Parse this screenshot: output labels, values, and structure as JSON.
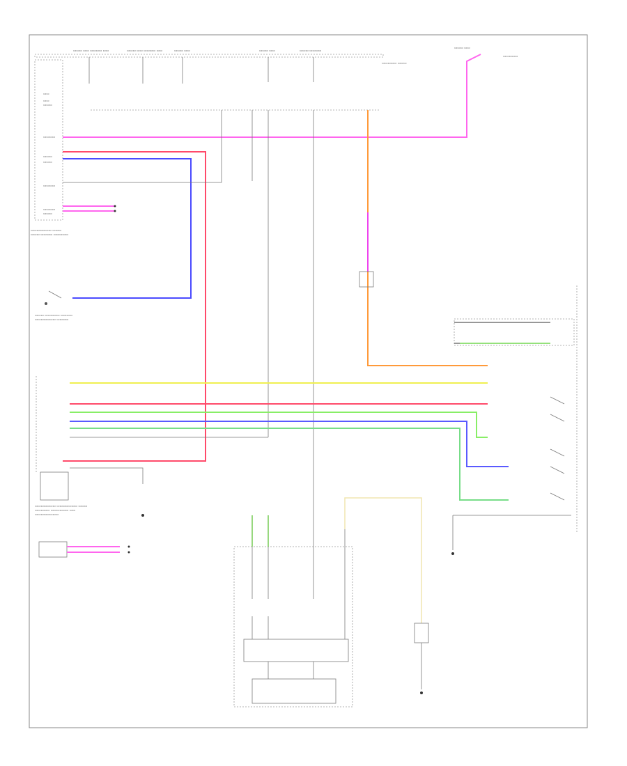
{
  "diagram": {
    "footer_code": "",
    "wires": [
      {
        "id": "pink-top",
        "color": "#ff66ee"
      },
      {
        "id": "red-main",
        "color": "#ff4a6a"
      },
      {
        "id": "blue-door",
        "color": "#4a4aff"
      },
      {
        "id": "orange-pad",
        "color": "#ff9a3a"
      },
      {
        "id": "magenta-pad",
        "color": "#ee44ee"
      },
      {
        "id": "yellow",
        "color": "#f0f050"
      },
      {
        "id": "red-lower",
        "color": "#ff4a6a"
      },
      {
        "id": "green",
        "color": "#88ee66"
      },
      {
        "id": "blue-lower",
        "color": "#5a5aff"
      },
      {
        "id": "green-2",
        "color": "#77dd88"
      },
      {
        "id": "cream",
        "color": "#f0e6b0"
      },
      {
        "id": "green-sensor",
        "color": "#77cc55"
      },
      {
        "id": "pink-body",
        "color": "#ff66ee"
      }
    ]
  }
}
